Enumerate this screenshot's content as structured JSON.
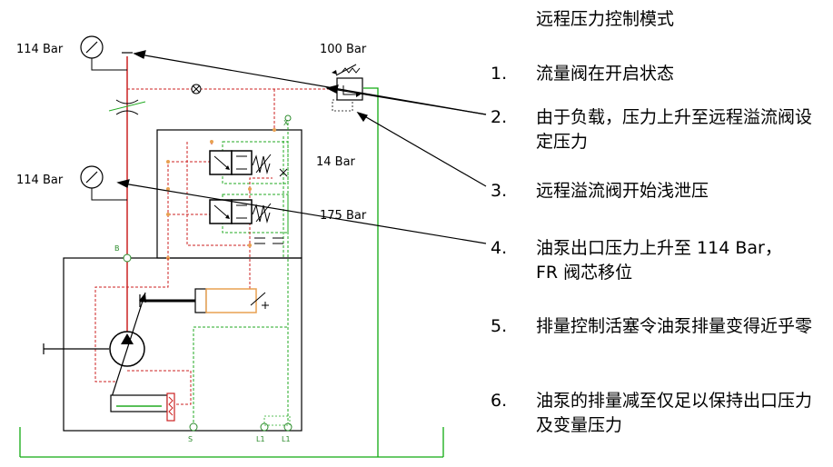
{
  "title": "远程压力控制模式",
  "steps": [
    {
      "num": "1.",
      "text": "流量阀在开启状态"
    },
    {
      "num": "2.",
      "text": "由于负载，压力上升至远程溢流阀设定压力"
    },
    {
      "num": "3.",
      "text": "远程溢流阀开始浅泄压"
    },
    {
      "num": "4.",
      "text": "油泵出口压力上升至 114 Bar，FR 阀芯移位"
    },
    {
      "num": "5.",
      "text": "排量控制活塞令油泵排量变得近乎零"
    },
    {
      "num": "6.",
      "text": "油泵的排量减至仅足以保持出口压力及变量压力"
    }
  ],
  "labels": {
    "gauge_top": "114 Bar",
    "gauge_mid": "114 Bar",
    "relief": "100 Bar",
    "valve_upper": "14 Bar",
    "valve_lower": "175 Bar"
  },
  "ports": {
    "b": "B",
    "s": "S",
    "l1a": "L1",
    "l1b": "L1",
    "x": "X"
  },
  "colors": {
    "pilot": "#cc2222",
    "supply": "#22aa22",
    "tank": "#11aa11",
    "lines": "#000000",
    "actuator": "#e8a050"
  }
}
